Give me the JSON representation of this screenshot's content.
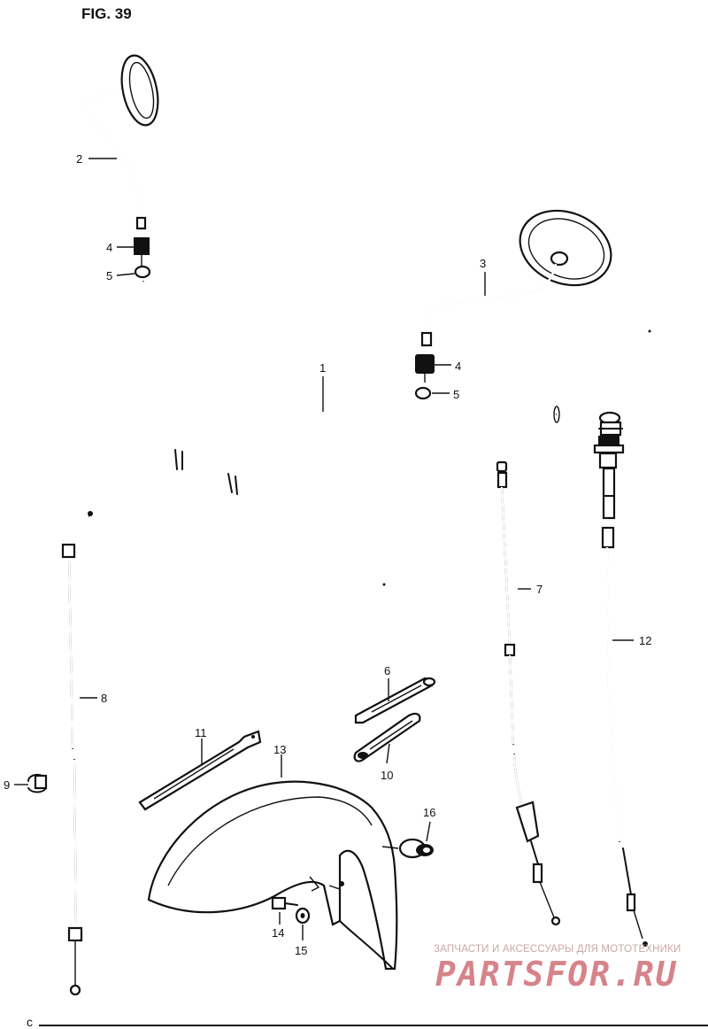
{
  "figure": {
    "title": "FIG. 39"
  },
  "callouts": {
    "c1": "1",
    "c2": "2",
    "c3": "3",
    "c4a": "4",
    "c4b": "4",
    "c5a": "5",
    "c5b": "5",
    "c6": "6",
    "c7": "7",
    "c8": "8",
    "c9": "9",
    "c10": "10",
    "c11": "11",
    "c12": "12",
    "c13": "13",
    "c14": "14",
    "c15": "15",
    "c16": "16"
  },
  "watermark": {
    "caption": "ЗАПЧАСТИ И АКСЕССУАРЫ ДЛЯ МОТОТЕХНИКИ",
    "logo": "PARTSFOR.RU"
  },
  "footer_mark": "c",
  "colors": {
    "line": "#111111",
    "watermark": "#d6838a",
    "background": "#ffffff"
  }
}
